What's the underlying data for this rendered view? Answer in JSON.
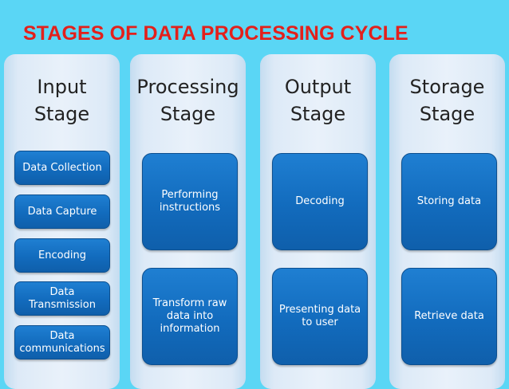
{
  "title": "STAGES OF DATA PROCESSING CYCLE",
  "columns": [
    {
      "title_lines": [
        "Input",
        "Stage"
      ],
      "items": [
        "Data Collection",
        "Data Capture",
        "Encoding",
        "Data\nTransmission",
        "Data\ncommunications"
      ]
    },
    {
      "title_lines": [
        "Processing",
        "Stage"
      ],
      "items": [
        "Performing\ninstructions",
        "Transform raw\ndata into\ninformation"
      ]
    },
    {
      "title_lines": [
        "Output",
        "Stage"
      ],
      "items": [
        "Decoding",
        "Presenting data\nto user"
      ]
    },
    {
      "title_lines": [
        "Storage",
        "Stage"
      ],
      "items": [
        "Storing data",
        "Retrieve data"
      ]
    }
  ]
}
